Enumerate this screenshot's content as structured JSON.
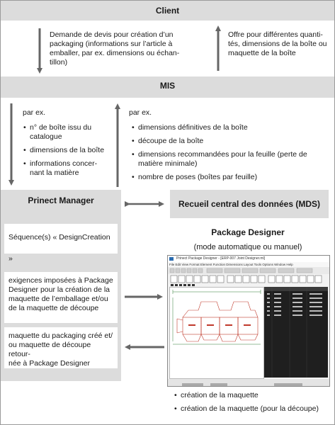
{
  "client": {
    "title": "Client",
    "request_text": "Demande de devis pour création d’un packaging (informations sur l’article à emballer, par ex. dimensions ou échantillon)",
    "request_lines": [
      "Demande de devis pour création d’un",
      "packaging (informations sur l’article à",
      "emballer, par ex. dimensions ou échan-",
      "tillon)"
    ],
    "offer_lines": [
      "Offre pour différentes quanti-",
      "tés, dimensions de la boîte ou",
      "maquette de la boîte"
    ]
  },
  "mis": {
    "title": "MIS",
    "left_intro": "par ex.",
    "left_items": [
      [
        "n° de boîte issu du",
        "catalogue"
      ],
      [
        "dimensions de la boîte"
      ],
      [
        "informations concer-",
        "nant la matière"
      ]
    ],
    "right_intro": "par ex.",
    "right_items": [
      [
        "dimensions définitives de la boîte"
      ],
      [
        "découpe de la boîte"
      ],
      [
        "dimensions recommandées pour la feuille (perte de",
        "matière minimale)"
      ],
      [
        "nombre de poses (boîtes par feuille)"
      ]
    ]
  },
  "prinect": {
    "title": "Prinect Manager",
    "box1": "Séquence(s) « DesignCreation »",
    "box2_lines": [
      "exigences imposées à Package",
      "Designer pour la création de la",
      "maquette de l’emballage et/ou",
      "de la maquette de découpe"
    ],
    "box3_lines": [
      "maquette du packaging créé et/",
      "ou maquette de découpe retour-",
      "née à Package Designer"
    ]
  },
  "mds": {
    "title": "Recueil central des données (MDS)"
  },
  "package_designer": {
    "title": "Package Designer",
    "subtitle": "(mode automatique ou manuel)",
    "window_title": "Prinect Package Designer - [ERP-007 Joint Designer.ml]",
    "menu": "File  Edit  View  Format  Element  Function  Dimensions  Layout  Tools  Options  Window  Help",
    "outputs": [
      "création de la maquette",
      "création de la maquette (pour la découpe)"
    ]
  },
  "colors": {
    "band": "#dcdcdc",
    "box": "#ececec",
    "arrow": "#666666",
    "dieline_red": "#c0392b",
    "dieline_green": "#2e7d32",
    "panel_dark": "#1f1f1f"
  }
}
